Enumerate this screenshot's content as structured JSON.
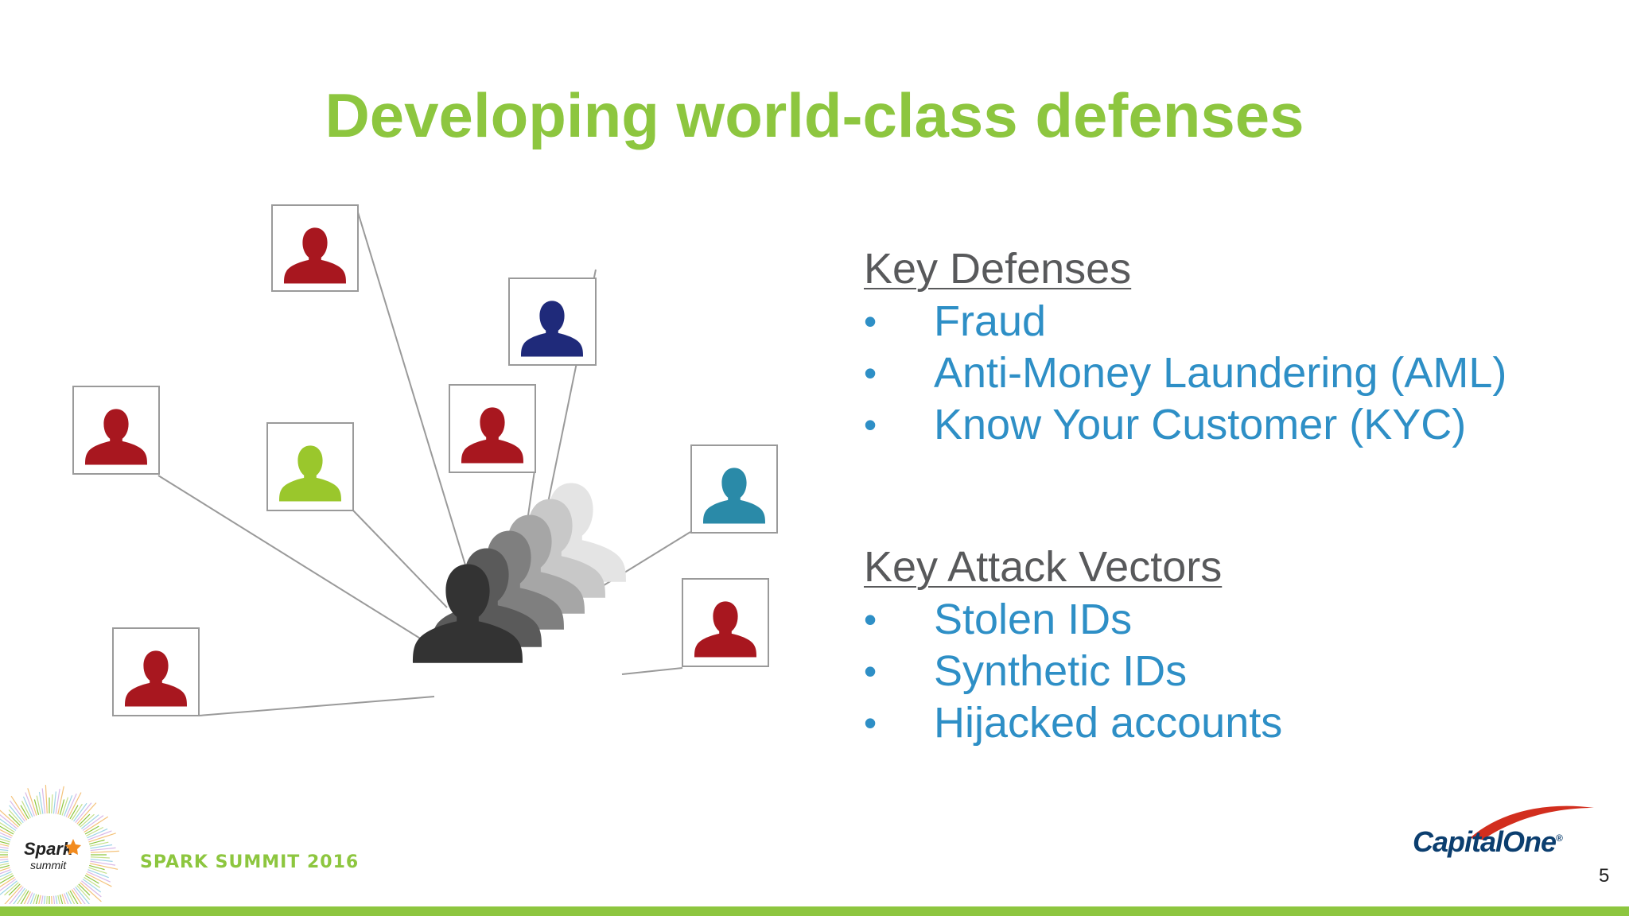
{
  "slide": {
    "title": "Developing world-class defenses",
    "page_number": "5"
  },
  "sections": [
    {
      "heading": "Key Defenses",
      "bullets": [
        "Fraud",
        "Anti-Money Laundering (AML)",
        "Know Your Customer (KYC)"
      ]
    },
    {
      "heading": "Key Attack Vectors",
      "bullets": [
        "Stolen IDs",
        "Synthetic IDs",
        "Hijacked accounts"
      ]
    }
  ],
  "bullet_symbol": "•",
  "footer": {
    "event_label": "SPARK SUMMIT 2016",
    "brand": "CapitalOne",
    "brand_mark": "®"
  },
  "logo_lettering": [
    "Spark",
    "summit"
  ],
  "colors": {
    "title": "#8dc63f",
    "heading": "#58595b",
    "bullet_text": "#2e8fc6",
    "accent_bar": "#8dc63f",
    "person_red": "#a8171f",
    "person_navy": "#1f2a7a",
    "person_green": "#9ac72c",
    "person_teal": "#2a8aa8",
    "person_dark": "#333333"
  },
  "icons": [
    "person-silhouette-icon",
    "spark-summit-logo",
    "capital-one-swoosh-icon"
  ]
}
